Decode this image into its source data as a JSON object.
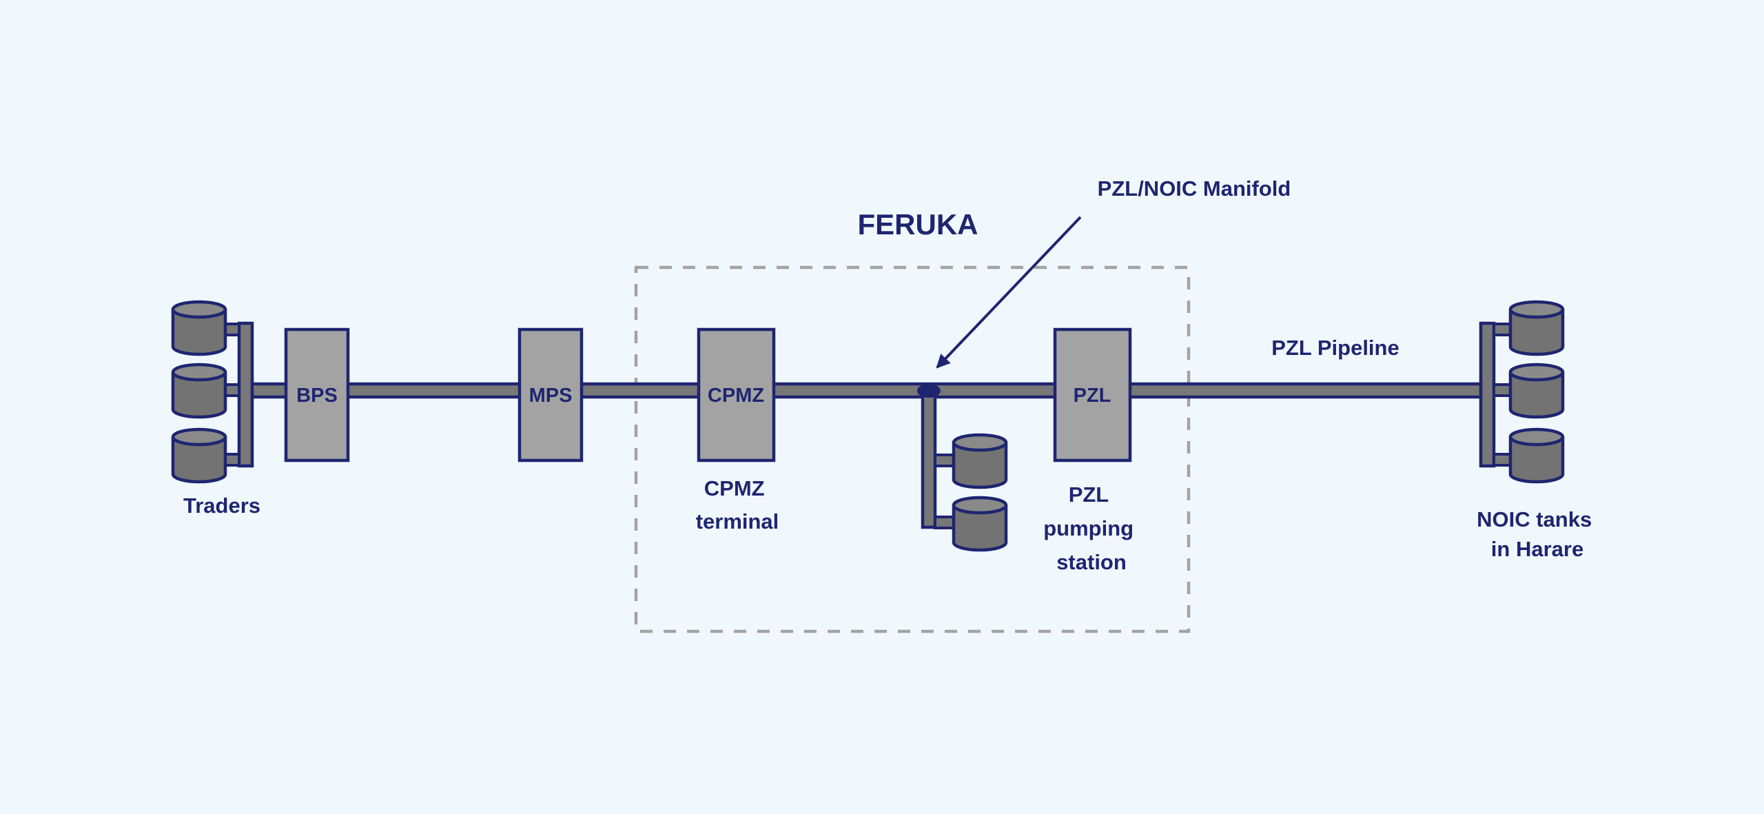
{
  "colors": {
    "background": "#f1f8fd",
    "navy": "#1e2570",
    "pipe_fill": "#787878",
    "station_fill": "#a3a3a3",
    "tank_body": "#737373",
    "tank_top": "#8a8a8a",
    "dashed_box": "#a3a3a3"
  },
  "title": "FERUKA",
  "stations": {
    "bps": "BPS",
    "mps": "MPS",
    "cpmz": "CPMZ",
    "pzl": "PZL"
  },
  "labels": {
    "traders": "Traders",
    "cpmz_terminal": [
      "CPMZ",
      "terminal"
    ],
    "pzl_pumping_station": [
      "PZL",
      "pumping",
      "station"
    ],
    "noic_tanks": [
      "NOIC tanks",
      "in Harare"
    ],
    "pzl_pipeline": "PZL Pipeline",
    "manifold": "PZL/NOIC Manifold"
  },
  "icons": {
    "tank": "storage-tank-icon",
    "manifold": "manifold-node-icon",
    "arrow": "arrow-icon"
  }
}
